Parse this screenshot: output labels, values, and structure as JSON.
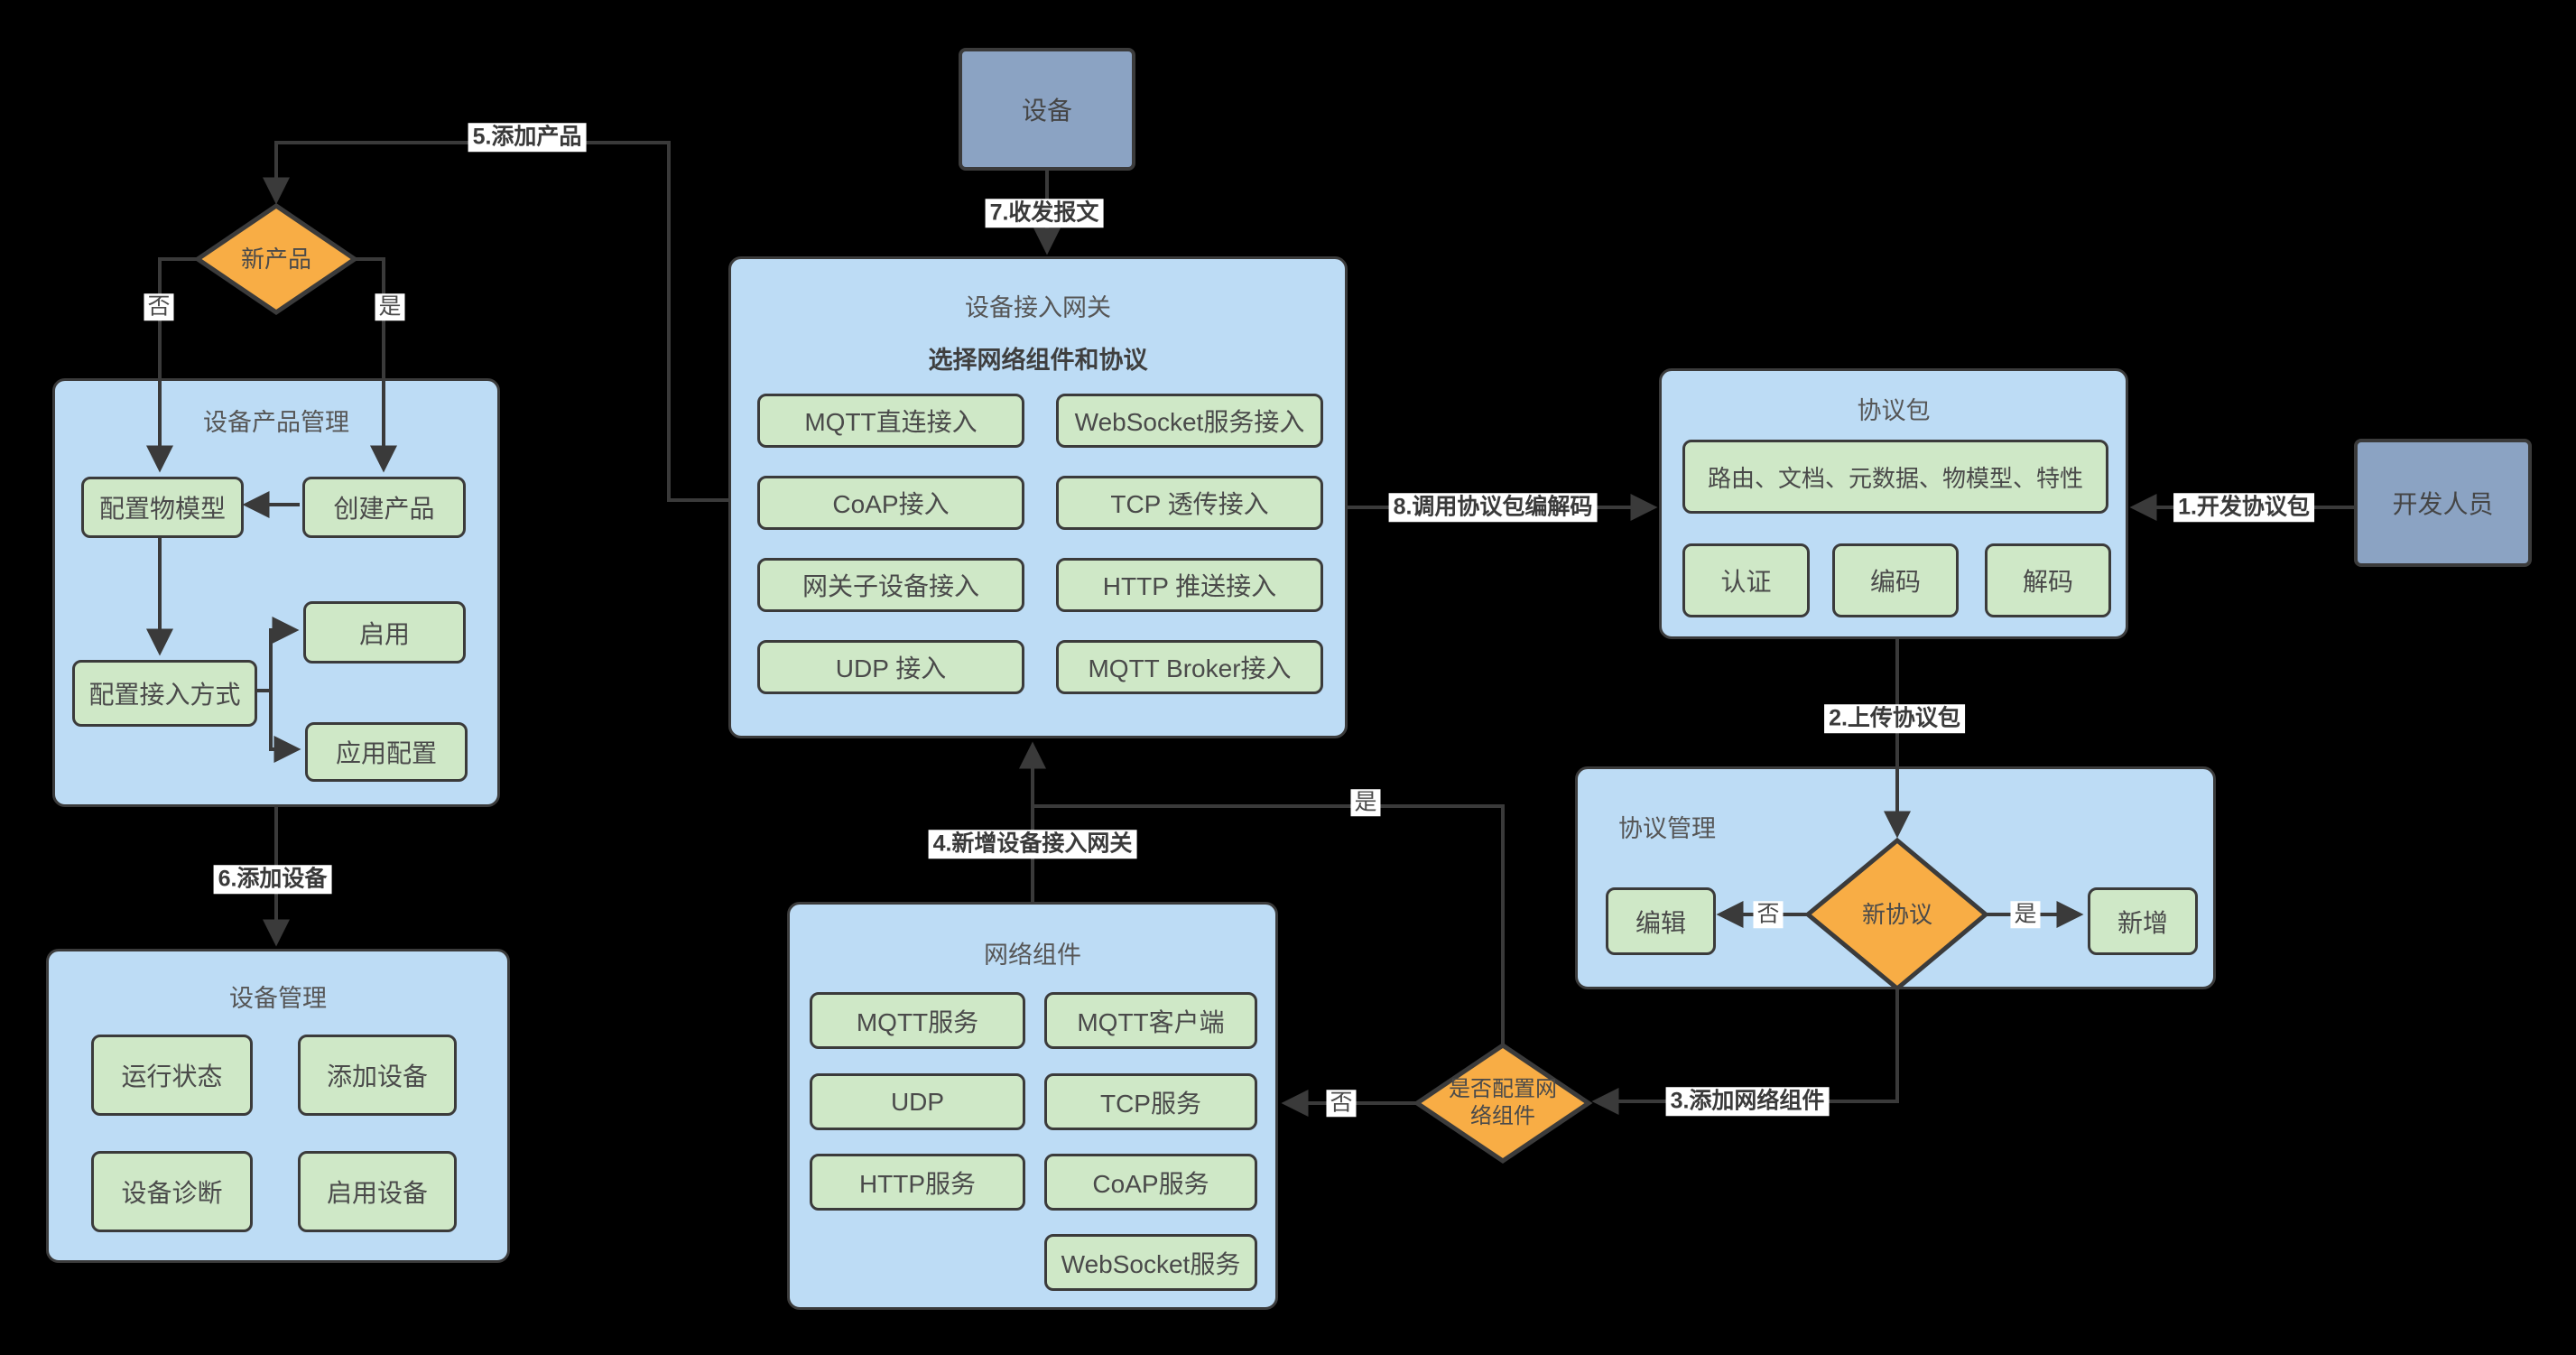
{
  "diagram": {
    "device": "设备",
    "developer": "开发人员",
    "gateway": {
      "title": "设备接入网关",
      "subtitle": "选择网络组件和协议",
      "buttons": [
        "MQTT直连接入",
        "WebSocket服务接入",
        "CoAP接入",
        "TCP 透传接入",
        "网关子设备接入",
        "HTTP 推送接入",
        "UDP 接入",
        "MQTT Broker接入"
      ]
    },
    "product_mgmt": {
      "title": "设备产品管理",
      "config_model": "配置物模型",
      "create_product": "创建产品",
      "config_access": "配置接入方式",
      "enable": "启用",
      "app_config": "应用配置"
    },
    "device_mgmt": {
      "title": "设备管理",
      "buttons": [
        "运行状态",
        "添加设备",
        "设备诊断",
        "启用设备"
      ]
    },
    "protocol_pkg": {
      "title": "协议包",
      "wide_button": "路由、文档、元数据、物模型、特性",
      "buttons": [
        "认证",
        "编码",
        "解码"
      ]
    },
    "protocol_mgmt": {
      "title": "协议管理",
      "edit": "编辑",
      "add": "新增"
    },
    "network_comp": {
      "title": "网络组件",
      "buttons": [
        "MQTT服务",
        "MQTT客户端",
        "UDP",
        "TCP服务",
        "HTTP服务",
        "CoAP服务",
        "WebSocket服务"
      ]
    },
    "decisions": {
      "new_product": "新产品",
      "new_protocol": "新协议",
      "config_network": "是否配置网\n络组件"
    },
    "edge_labels": {
      "l1": "1.开发协议包",
      "l2": "2.上传协议包",
      "l3": "3.添加网络组件",
      "l4": "4.新增设备接入网关",
      "l5": "5.添加产品",
      "l6": "6.添加设备",
      "l7": "7.收发报文",
      "l8": "8.调用协议包编解码"
    },
    "yes": "是",
    "no": "否",
    "colors": {
      "background": "#000000",
      "container_fill": "#bddcf5",
      "button_fill": "#cfe8c7",
      "diamond_fill": "#f8ad45",
      "actor_fill": "#8ba3c3",
      "line": "#3a3a3a",
      "label_bg": "#ffffff"
    }
  }
}
